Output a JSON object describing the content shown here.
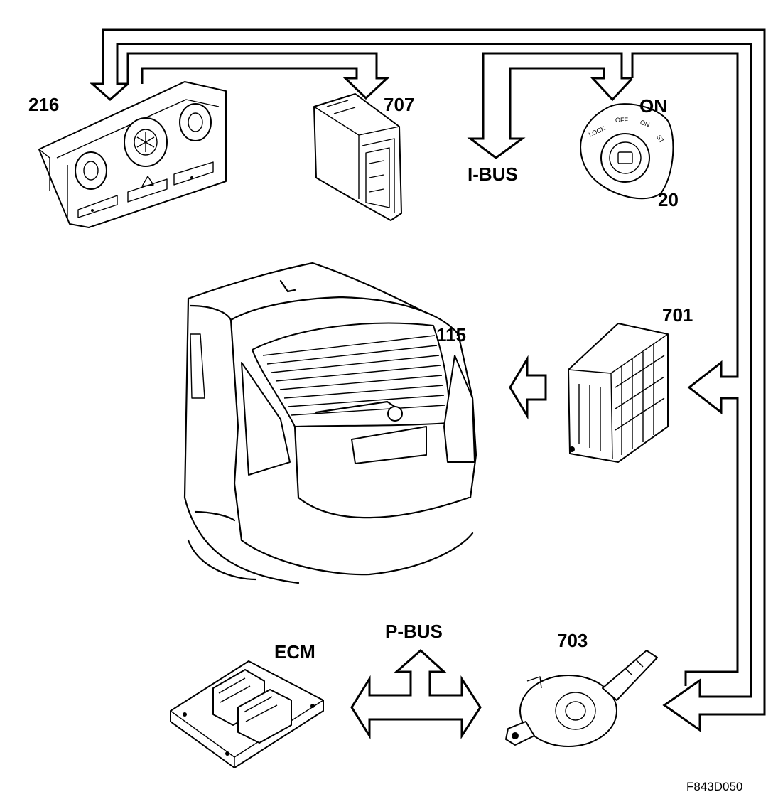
{
  "components": {
    "climate_panel": {
      "number": "216"
    },
    "control_module_707": {
      "number": "707"
    },
    "ignition_switch": {
      "number": "20",
      "position_label": "ON",
      "positions": [
        "LOCK",
        "OFF",
        "ON",
        "ST"
      ]
    },
    "tailgate": {
      "number": "115"
    },
    "central_electronics_701": {
      "number": "701"
    },
    "steering_column_703": {
      "number": "703"
    },
    "engine_control_module": {
      "label": "ECM"
    }
  },
  "buses": {
    "ibus": {
      "label": "I-BUS"
    },
    "pbus": {
      "label": "P-BUS"
    }
  },
  "figure_code": "F843D050"
}
